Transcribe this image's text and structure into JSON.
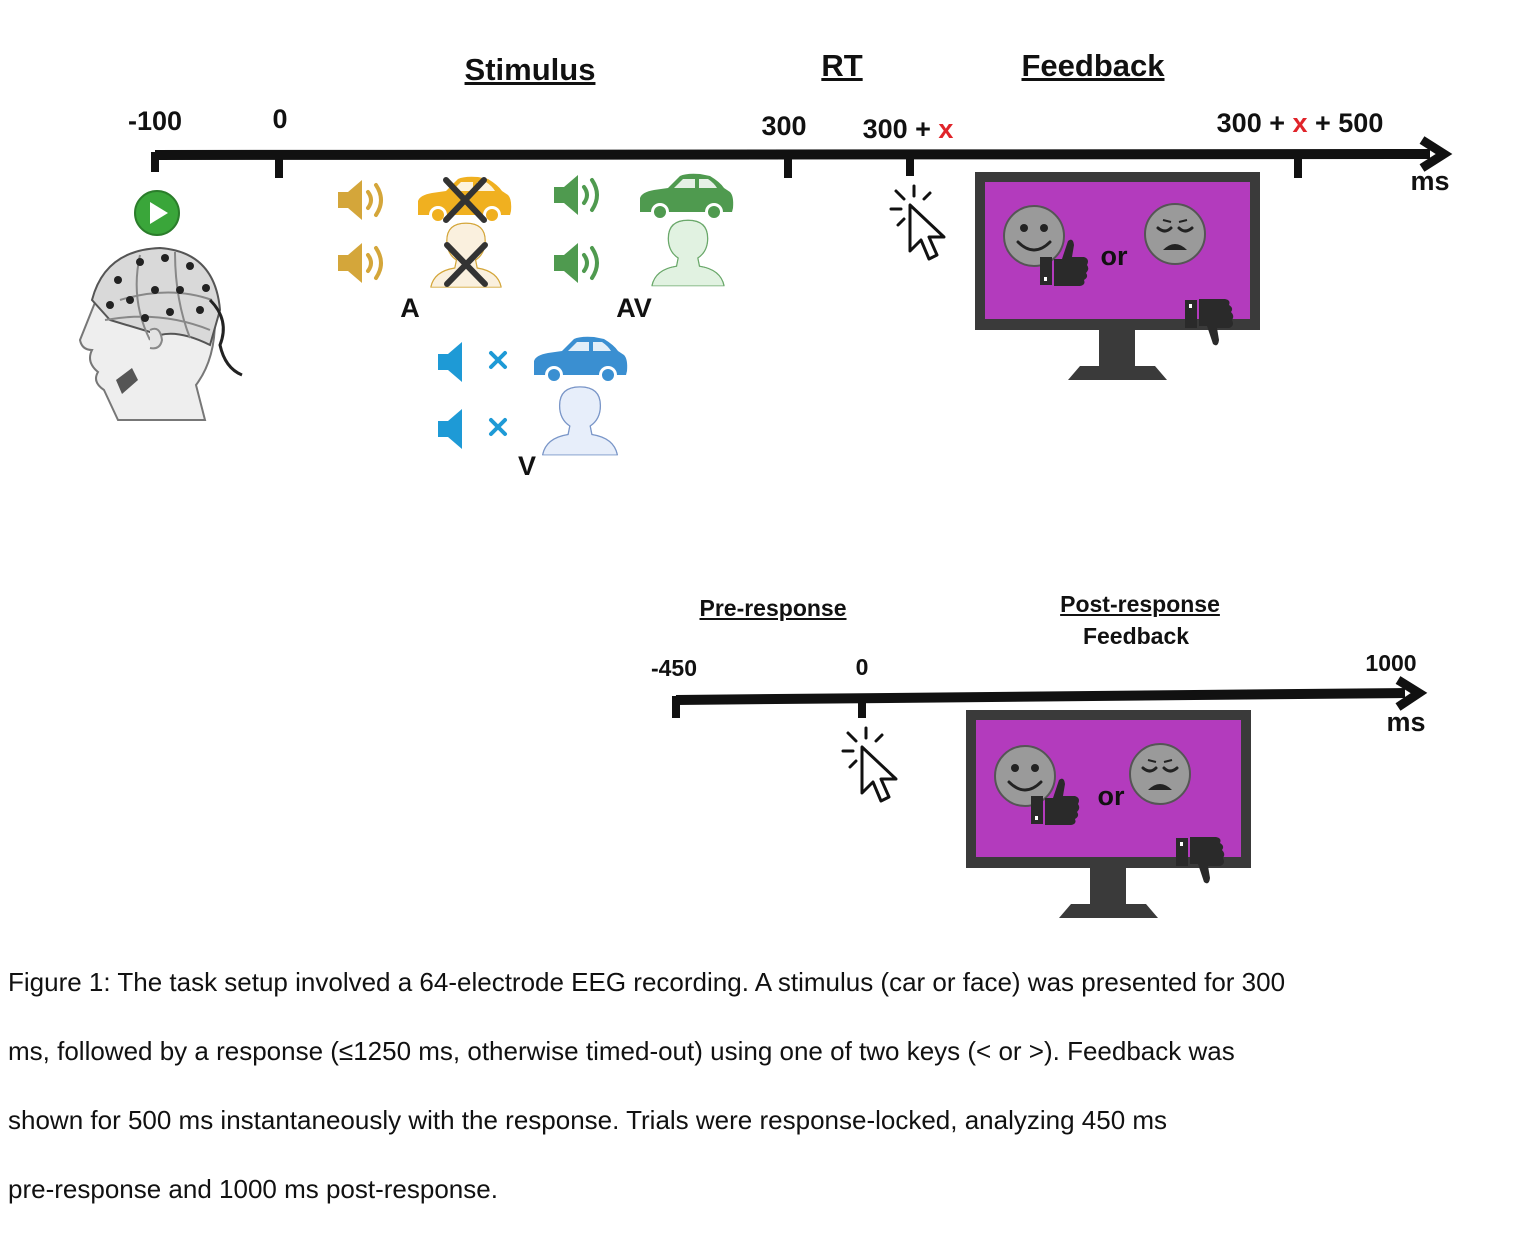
{
  "timeline1": {
    "headers": {
      "stimulus": "Stimulus",
      "rt": "RT",
      "feedback": "Feedback"
    },
    "ticks": {
      "t_minus100": "-100",
      "t_0": "0",
      "t_300": "300",
      "t_300x_a": "300 + ",
      "t_300x_x": "x",
      "t_800_a": "300 + ",
      "t_800_x": "x",
      "t_800_b": " + 500"
    },
    "unit": "ms",
    "conditions": {
      "a": "A",
      "av": "AV",
      "v": "V"
    },
    "feedback_or": "or"
  },
  "timeline2": {
    "headers": {
      "pre": "Pre-response",
      "post": "Post-response",
      "feedback": "Feedback"
    },
    "ticks": {
      "t_minus450": "-450",
      "t_0": "0",
      "t_1000": "1000"
    },
    "unit": "ms",
    "feedback_or": "or"
  },
  "caption": [
    "Figure 1: The task setup involved  a 64-electrode EEG recording. A stimulus (car or face) was presented for 300",
    "ms, followed by a response (≤1250 ms, otherwise timed-out) using one of two keys (< or >). Feedback was",
    "shown for 500 ms instantaneously with the response. Trials were response-locked, analyzing 450 ms",
    "pre-response and 1000 ms post-response."
  ],
  "colors": {
    "audio": "#d4a63a",
    "audiovisual": "#4f9a4f",
    "visual": "#1e9ad6",
    "monitor_screen": "#b33bbd",
    "monitor_frame": "#3a3a3a",
    "highlight_x": "#e0242a"
  },
  "icons": [
    "play-icon",
    "eeg-head-icon",
    "speaker-icon",
    "car-icon",
    "face-icon",
    "cursor-click-icon",
    "smiley-icon",
    "sad-face-icon",
    "thumbs-up-icon",
    "thumbs-down-icon",
    "monitor-icon"
  ]
}
